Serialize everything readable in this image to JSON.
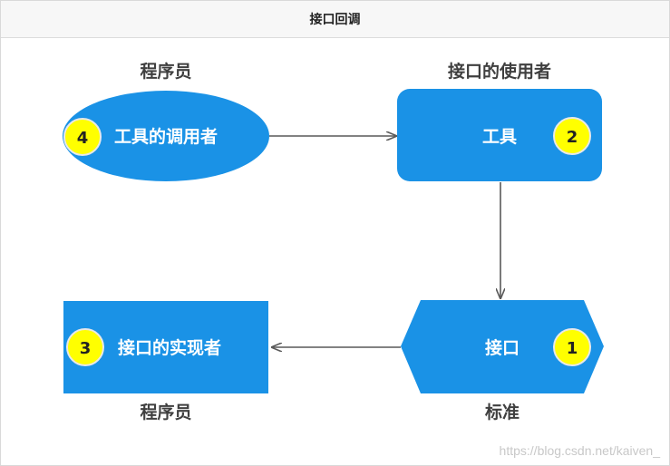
{
  "title": "接口回调",
  "colors": {
    "shape_fill": "#1a92e6",
    "badge_fill": "#ffff00",
    "badge_stroke": "#e8e8e8",
    "arrow": "#595959",
    "caption": "#3f3f3f"
  },
  "nodes": {
    "caller": {
      "label": "工具的调用者",
      "badge": "4",
      "caption": "程序员",
      "shape": "ellipse"
    },
    "tool": {
      "label": "工具",
      "badge": "2",
      "caption": "接口的使用者",
      "shape": "rounded-rectangle"
    },
    "interface": {
      "label": "接口",
      "badge": "1",
      "caption": "标准",
      "shape": "hexagon"
    },
    "implementer": {
      "label": "接口的实现者",
      "badge": "3",
      "caption": "程序员",
      "shape": "rectangle"
    }
  },
  "edges": [
    {
      "from": "caller",
      "to": "tool"
    },
    {
      "from": "tool",
      "to": "interface"
    },
    {
      "from": "interface",
      "to": "implementer"
    }
  ],
  "watermark": "https://blog.csdn.net/kaiven_"
}
